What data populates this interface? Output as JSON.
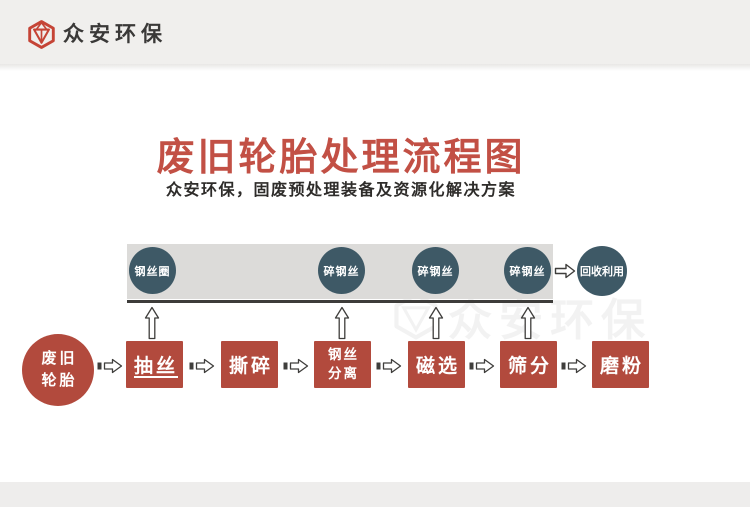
{
  "header": {
    "brand": "众安环保"
  },
  "hero": {
    "title": "废旧轮胎处理流程图",
    "subtitle": "众安环保，固废预处理装备及资源化解决方案"
  },
  "flow": {
    "source": [
      "废旧",
      "轮胎"
    ],
    "steps": [
      [
        "抽丝"
      ],
      [
        "撕碎"
      ],
      [
        "钢丝",
        "分离"
      ],
      [
        "磁选"
      ],
      [
        "筛分"
      ],
      [
        "磨粉"
      ]
    ],
    "outputs": [
      "钢丝圈",
      "碎钢丝",
      "碎钢丝",
      "碎钢丝"
    ],
    "recycle": "回收利用"
  },
  "watermark": {
    "brand": "众安环保"
  },
  "colors": {
    "accent_red": "#b24a3d",
    "title_red": "#c25045",
    "circle_slate": "#3e5966",
    "band_gray": "#dcdbd9",
    "header_gray": "#f0efed"
  }
}
